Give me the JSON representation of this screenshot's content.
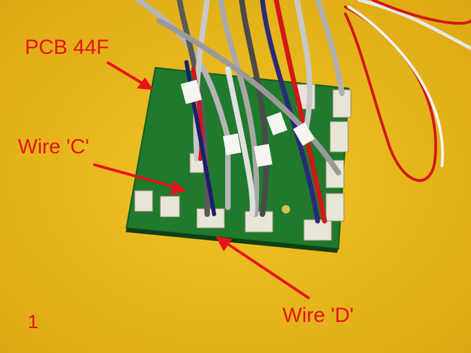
{
  "annotations": {
    "pcb_label": "PCB 44F",
    "wire_c_label": "Wire 'C'",
    "wire_d_label": "Wire 'D'",
    "figure_number": "1"
  },
  "colors": {
    "background": "#e9b81c",
    "pcb": "#1f7a2c",
    "annotation": "#e8121a"
  }
}
